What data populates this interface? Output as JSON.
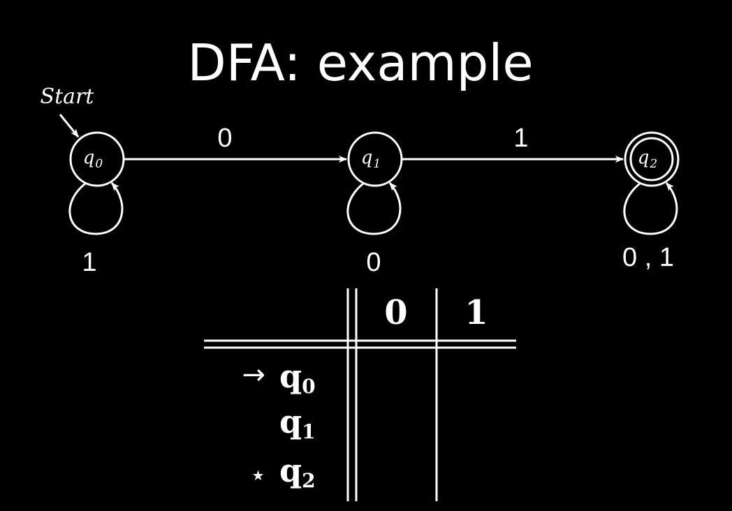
{
  "title": "DFA: example",
  "start_label": "Start",
  "states": [
    {
      "id": "q0",
      "base": "q",
      "sub": "0",
      "accepting": false,
      "start": true
    },
    {
      "id": "q1",
      "base": "q",
      "sub": "1",
      "accepting": false,
      "start": false
    },
    {
      "id": "q2",
      "base": "q",
      "sub": "2",
      "accepting": true,
      "start": false
    }
  ],
  "transitions": [
    {
      "from": "q0",
      "to": "q1",
      "label": "0"
    },
    {
      "from": "q1",
      "to": "q2",
      "label": "1"
    },
    {
      "from": "q0",
      "to": "q0",
      "label": "1"
    },
    {
      "from": "q1",
      "to": "q1",
      "label": "0"
    },
    {
      "from": "q2",
      "to": "q2",
      "label": "0 , 1"
    }
  ],
  "table": {
    "columns": [
      "0",
      "1"
    ],
    "rows": [
      {
        "marker": "→",
        "base": "q",
        "sub": "0",
        "cells": [
          "",
          ""
        ]
      },
      {
        "marker": "",
        "base": "q",
        "sub": "1",
        "cells": [
          "",
          ""
        ]
      },
      {
        "marker": "⋆",
        "base": "q",
        "sub": "2",
        "cells": [
          "",
          ""
        ]
      }
    ]
  }
}
